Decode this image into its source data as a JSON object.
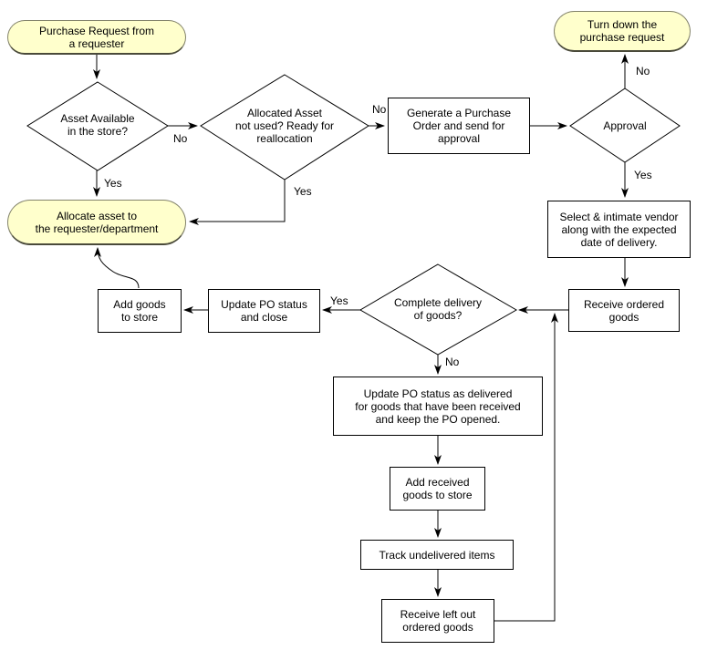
{
  "diagram": {
    "kind": "flowchart",
    "background": "#FFFFFF"
  },
  "colors": {
    "terminator_fill": "#FFFFCC",
    "terminator_border": "#83836B",
    "process_fill": "#FFFFFF",
    "process_border": "#000000",
    "connector": "#000000",
    "text": "#000000"
  },
  "nodes": {
    "start": "Purchase Request from\na requester",
    "asset_available": "Asset Available\nin the store?",
    "allocated_asset": "Allocated Asset\nnot used? Ready for\nreallocation",
    "generate_po": "Generate a Purchase\nOrder and send for\napproval",
    "approval": "Approval",
    "turn_down": "Turn down the\npurchase request",
    "select_vendor": "Select & intimate vendor\nalong with the expected\ndate of delivery.",
    "receive_goods": "Receive ordered\ngoods",
    "complete_delivery": "Complete delivery\nof goods?",
    "update_po_close": "Update PO status\nand close",
    "add_goods_store": "Add goods\nto store",
    "allocate_asset": "Allocate asset to\nthe requester/department",
    "update_po_open": "Update PO status as delivered\nfor goods that have been received\nand keep the PO opened.",
    "add_received": "Add received\ngoods to store",
    "track_undelivered": "Track undelivered items",
    "receive_left_out": "Receive left out\nordered goods"
  },
  "edge_labels": {
    "yes": "Yes",
    "no": "No"
  }
}
